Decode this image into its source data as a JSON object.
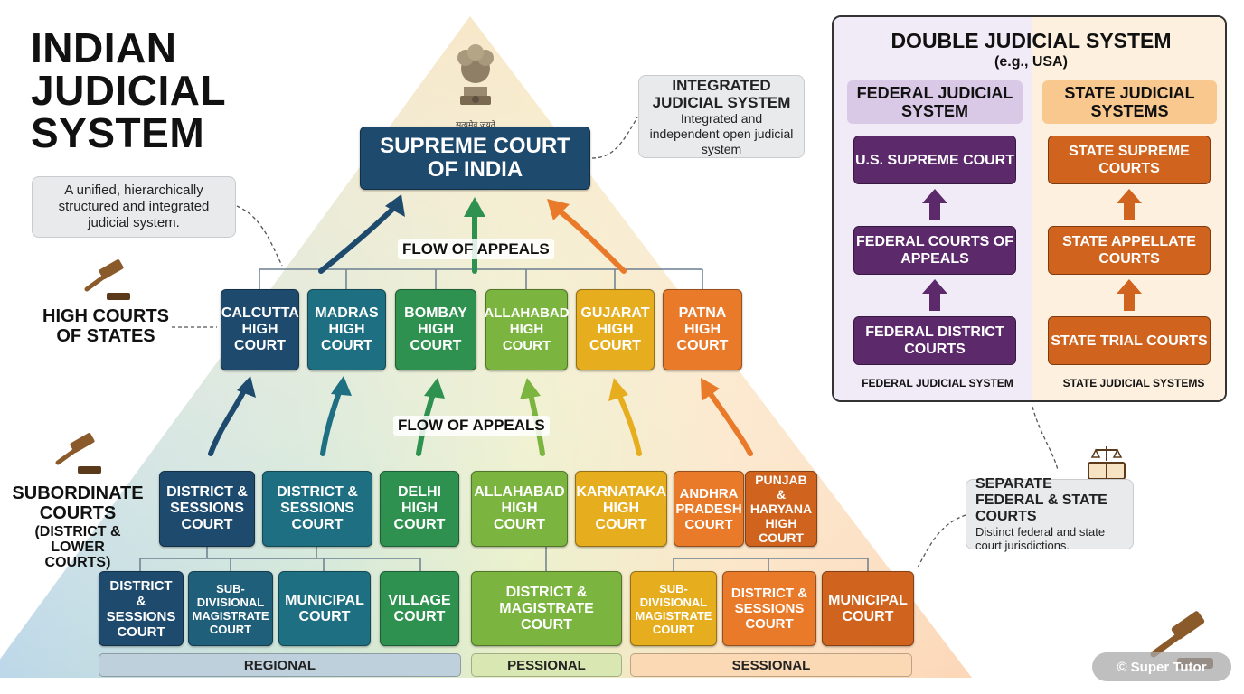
{
  "title_lines": [
    "INDIAN",
    "JUDICIAL",
    "SYSTEM"
  ],
  "unified_note": "A unified, hierarchically structured and integrated judicial system.",
  "emblem_caption": "सत्यमेव जयते",
  "supreme": "SUPREME COURT OF INDIA",
  "integrated_note": {
    "title": "INTEGRATED JUDICIAL SYSTEM",
    "text": "Integrated and independent open judicial system"
  },
  "flow_label": "FLOW OF APPEALS",
  "high_label": "HIGH COURTS OF STATES",
  "sub_label": "SUBORDINATE COURTS",
  "sub_sub": "(DISTRICT & LOWER COURTS)",
  "high_courts": [
    "CALCUTTA HIGH COURT",
    "MADRAS HIGH COURT",
    "BOMBAY HIGH COURT",
    "ALLAHABAD HIGH COURT",
    "GUJARAT HIGH COURT",
    "PATNA HIGH COURT"
  ],
  "mid_courts": [
    "DISTRICT & SESSIONS COURT",
    "DISTRICT & SESSIONS COURT",
    "DELHI HIGH COURT",
    "ALLAHABAD HIGH COURT",
    "KARNATAKA HIGH COURT",
    "ANDHRA PRADESH COURT",
    "PUNJAB & HARYANA HIGH COURT"
  ],
  "low_courts": [
    "DISTRICT & SESSIONS COURT",
    "SUB-DIVISIONAL MAGISTRATE COURT",
    "MUNICIPAL COURT",
    "VILLAGE COURT",
    "DISTRICT & MAGISTRATE COURT",
    "SUB-DIVISIONAL MAGISTRATE COURT",
    "DISTRICT & SESSIONS COURT",
    "MUNICIPAL COURT"
  ],
  "bands": [
    "REGIONAL",
    "PESSIONAL",
    "SESSIONAL"
  ],
  "double": {
    "title": "DOUBLE JUDICIAL SYSTEM",
    "subtitle": "(e.g., USA)",
    "federal": {
      "title": "FEDERAL JUDICIAL SYSTEM",
      "courts": [
        "U.S. SUPREME COURT",
        "FEDERAL COURTS OF APPEALS",
        "FEDERAL DISTRICT COURTS"
      ],
      "footer": "FEDERAL JUDICIAL SYSTEM"
    },
    "state": {
      "title": "STATE JUDICIAL SYSTEMS",
      "courts": [
        "STATE SUPREME COURTS",
        "STATE APPELLATE COURTS",
        "STATE TRIAL COURTS"
      ],
      "footer": "STATE JUDICIAL SYSTEMS"
    }
  },
  "separate_note": {
    "title": "SEPARATE FEDERAL & STATE COURTS",
    "text": "Distinct federal and state court jurisdictions."
  },
  "watermark": "© Super Tutor",
  "colors": {
    "navy": "#1e4a6e",
    "teal": "#1f6f82",
    "green": "#2e9150",
    "lime": "#7bb53f",
    "yellow": "#e6ad1e",
    "orange": "#e87a2a",
    "darkorange": "#d0631d",
    "purple": "#5c2a6b",
    "purple_light": "#d9c9e6",
    "peach": "#f8c88e"
  }
}
